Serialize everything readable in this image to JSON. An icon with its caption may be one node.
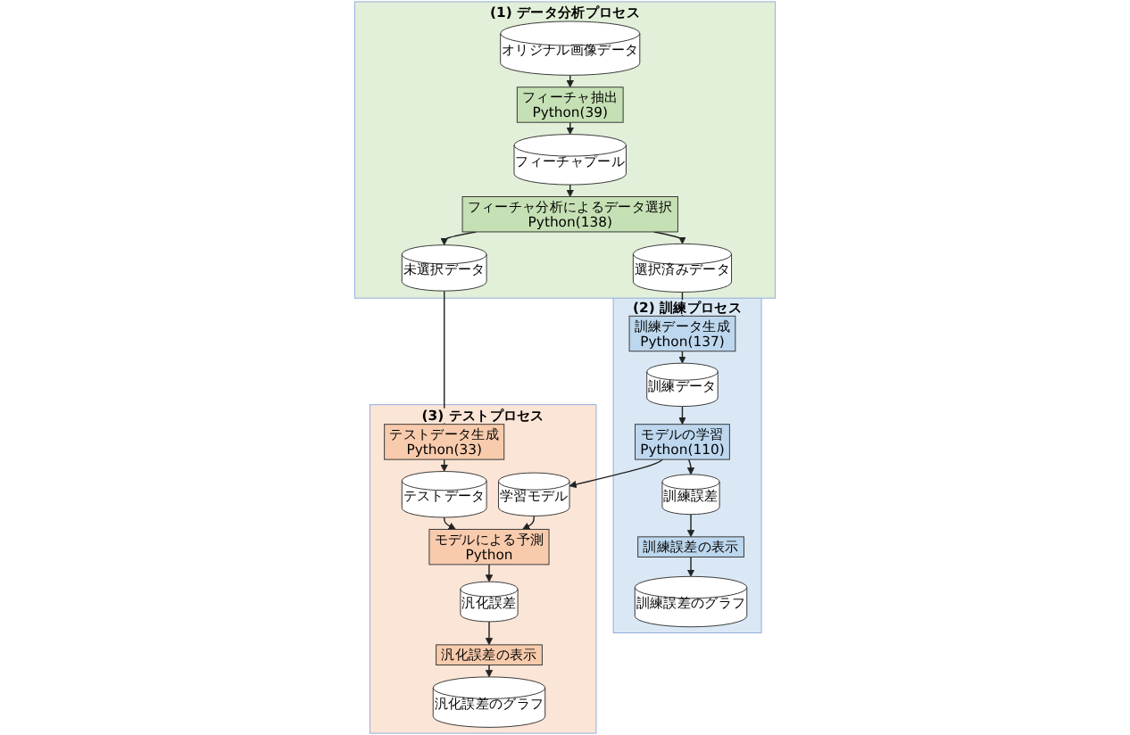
{
  "diagram": {
    "nodes": [
      {
        "text": [
          "(1) データ分析プロセス"
        ]
      },
      {
        "text": [
          "オリジナル画像データ"
        ],
        "in": 0
      },
      {
        "text": [
          "フィーチャ抽出",
          "Python(39)"
        ],
        "in": 0
      },
      {
        "text": [
          "フィーチャプール"
        ],
        "in": 0
      },
      {
        "text": [
          "フィーチャ分析によるデータ選択",
          "Python(138)"
        ],
        "in": 0
      },
      {
        "text": [
          "未選択データ"
        ],
        "in": 0
      },
      {
        "text": [
          "選択済みデータ"
        ],
        "in": 0
      },
      {
        "text": [
          "(2) 訓練プロセス"
        ]
      },
      {
        "text": [
          "訓練データ生成",
          "Python(137)"
        ],
        "in": 7
      },
      {
        "text": [
          "訓練データ"
        ],
        "in": 7
      },
      {
        "text": [
          "モデルの学習",
          "Python(110)"
        ],
        "in": 7
      },
      {
        "text": [
          "訓練誤差"
        ],
        "in": 7
      },
      {
        "text": [
          "訓練誤差の表示"
        ],
        "in": 7
      },
      {
        "text": [
          "訓練誤差のグラフ"
        ],
        "in": 7
      },
      {
        "text": [
          "(3) テストプロセス"
        ]
      },
      {
        "text": [
          "テストデータ生成",
          "Python(33)"
        ],
        "in": 14
      },
      {
        "text": [
          "テストデータ"
        ],
        "in": 14
      },
      {
        "text": [
          "学習モデル"
        ],
        "in": 14
      },
      {
        "text": [
          "モデルによる予測",
          "Python"
        ],
        "in": 14
      },
      {
        "text": [
          "汎化誤差"
        ],
        "in": 14
      },
      {
        "text": [
          "汎化誤差の表示"
        ],
        "in": 14
      },
      {
        "text": [
          "汎化誤差のグラフ"
        ],
        "in": 14
      }
    ],
    "edges": [
      {
        "from": 1,
        "to": 2,
        "arrow": "to"
      },
      {
        "from": 2,
        "to": 3,
        "arrow": "to"
      },
      {
        "from": 3,
        "to": 4,
        "arrow": "to"
      },
      {
        "from": 4,
        "to": 5,
        "arrow": "to"
      },
      {
        "from": 4,
        "to": 6,
        "arrow": "to"
      },
      {
        "from": 6,
        "to": 8,
        "arrow": "to"
      },
      {
        "from": 5,
        "to": 15,
        "arrow": "to"
      },
      {
        "from": 8,
        "to": 9,
        "arrow": "to"
      },
      {
        "from": 9,
        "to": 10,
        "arrow": "to"
      },
      {
        "from": 10,
        "to": 11,
        "arrow": "to"
      },
      {
        "from": 10,
        "to": 17,
        "arrow": "to"
      },
      {
        "from": 11,
        "to": 12,
        "arrow": "to"
      },
      {
        "from": 12,
        "to": 13,
        "arrow": "to"
      },
      {
        "from": 15,
        "to": 16,
        "arrow": "to"
      },
      {
        "from": 16,
        "to": 18,
        "arrow": "to"
      },
      {
        "from": 17,
        "to": 18,
        "arrow": "to"
      },
      {
        "from": 18,
        "to": 19,
        "arrow": "to"
      },
      {
        "from": 19,
        "to": 20,
        "arrow": "to"
      },
      {
        "from": 20,
        "to": 21,
        "arrow": "to"
      }
    ]
  }
}
